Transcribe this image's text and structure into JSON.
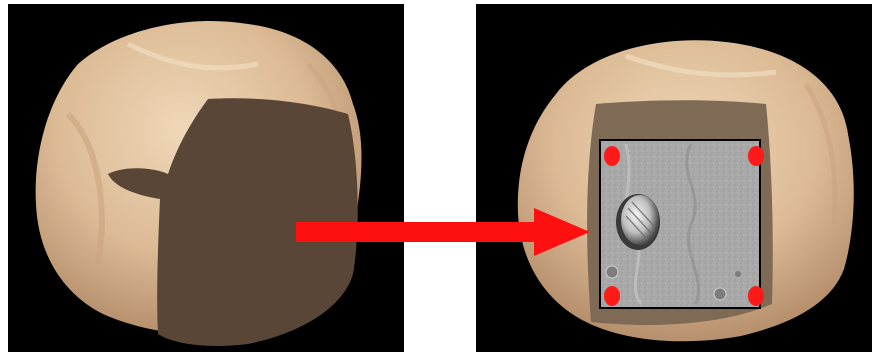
{
  "colors": {
    "background": "#000000",
    "rock_light": "#e6c9a6",
    "rock_shade": "#b99470",
    "cut_face": "#594637",
    "cut_face_right": "#7f6a55",
    "texture_gray": "#a8a8a8",
    "arrow": "#ff1010",
    "control_point": "#ff1a1a"
  },
  "icons": {
    "arrow": "right-arrow-icon",
    "control_point": "control-point-marker"
  },
  "left_panel": {
    "description_shape": "rock-mesh-with-flat-cut-face"
  },
  "right_panel": {
    "description_shape": "rock-mesh-with-textured-cut-face",
    "control_points_count": 4
  }
}
